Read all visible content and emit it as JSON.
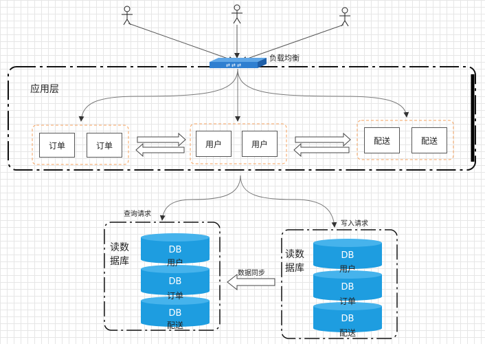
{
  "load_balancer": {
    "label": "负载均衡",
    "icon": "switch-icon"
  },
  "users": {
    "icon": "stick-figure-user-icon",
    "count": 3
  },
  "app_layer": {
    "title": "应用层",
    "groups": [
      {
        "id": "order",
        "services": [
          "订单",
          "订单"
        ]
      },
      {
        "id": "user",
        "services": [
          "用户",
          "用户"
        ]
      },
      {
        "id": "delivery",
        "services": [
          "配送",
          "配送"
        ]
      }
    ]
  },
  "requests": {
    "query": "查询请求",
    "write": "写入请求",
    "sync": "数据同步"
  },
  "read_db": {
    "title_line1": "读数",
    "title_line2": "据库",
    "databases": [
      {
        "badge": "DB",
        "label": "用户"
      },
      {
        "badge": "DB",
        "label": "订单"
      },
      {
        "badge": "DB",
        "label": "配送"
      }
    ]
  },
  "write_db": {
    "title_line1": "读数",
    "title_line2": "据库",
    "databases": [
      {
        "badge": "DB",
        "label": "用户"
      },
      {
        "badge": "DB",
        "label": "订单"
      },
      {
        "badge": "DB",
        "label": "配送"
      }
    ]
  },
  "colors": {
    "db_fill": "#1e9de0",
    "db_top": "#46b3ec",
    "orange_dash": "#f5a25d",
    "switch": "#3a86d6"
  }
}
